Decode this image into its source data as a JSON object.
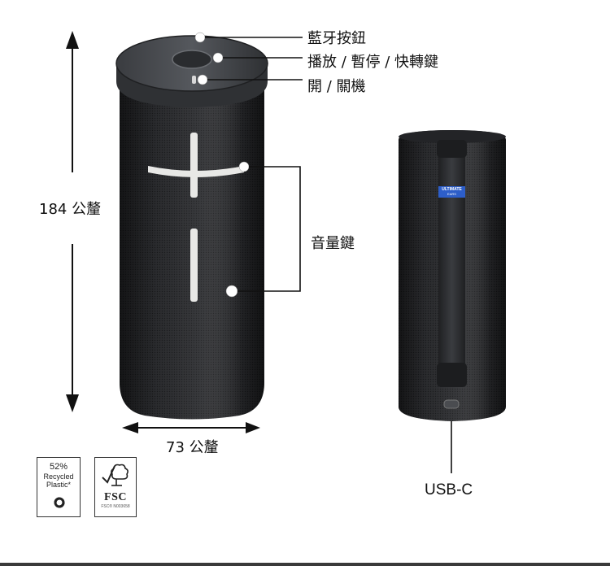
{
  "labels": {
    "bluetooth": "藍牙按鈕",
    "play": "播放 / 暫停 / 快轉鍵",
    "power": "開 / 關機",
    "volume": "音量鍵",
    "height": "184 公釐",
    "width": "73 公釐",
    "usbc": "USB-C"
  },
  "badges": {
    "recycled_percent": "52%",
    "recycled_line1": "Recycled",
    "recycled_line2": "Plastic*",
    "fsc_label": "FSC",
    "fsc_code": "FSC® N003658"
  },
  "product_tag": {
    "line1": "ULTIMATE",
    "line2": "EARS"
  },
  "colors": {
    "speaker_body": "#2a2b2d",
    "tag_blue": "#2d5ec9",
    "callout_line": "#111111"
  }
}
